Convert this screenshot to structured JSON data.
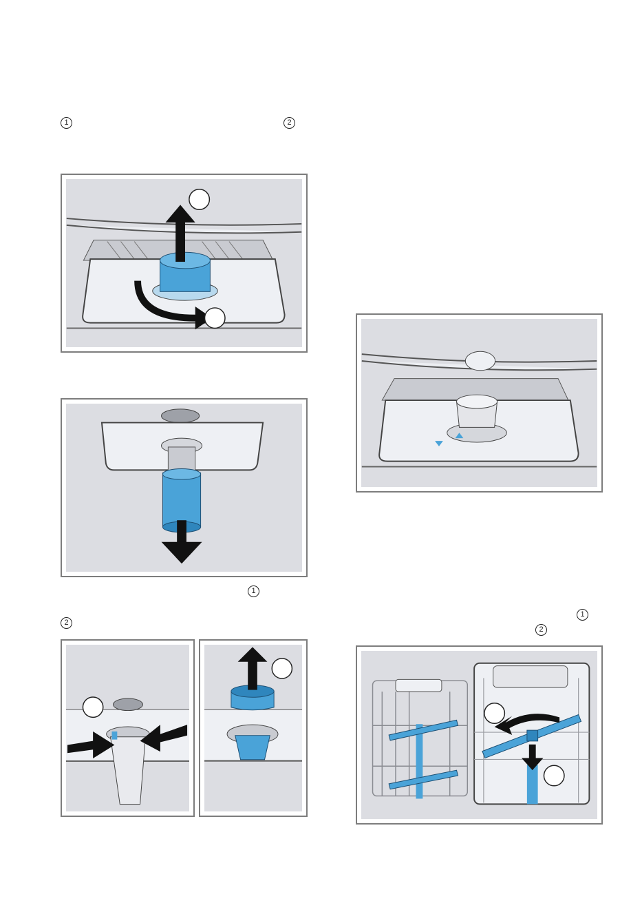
{
  "markers": {
    "m1_top": "1",
    "m2_top": "2",
    "m1_mid": "1",
    "m2_mid": "2",
    "m1_right": "1",
    "m2_right": "2"
  },
  "colors": {
    "panel_bg": "#dcdde2",
    "panel_border": "#7d7d7d",
    "accent_blue": "#4aa3d8",
    "arrow_black": "#111111"
  },
  "figures": [
    {
      "name": "unscrew-filter-figure",
      "icon": "filter-rotate-lift-illustration"
    },
    {
      "name": "pull-filter-out-figure",
      "icon": "filter-pull-down-illustration"
    },
    {
      "name": "squeeze-fine-filter-figure",
      "icon": "squeeze-latches-illustration"
    },
    {
      "name": "lift-coarse-filter-figure",
      "icon": "lift-coarse-filter-illustration"
    },
    {
      "name": "reinsert-filter-figure",
      "icon": "filter-alignment-arrows-illustration"
    },
    {
      "name": "remove-spray-arm-figure",
      "icon": "spray-arm-removal-illustration"
    }
  ]
}
